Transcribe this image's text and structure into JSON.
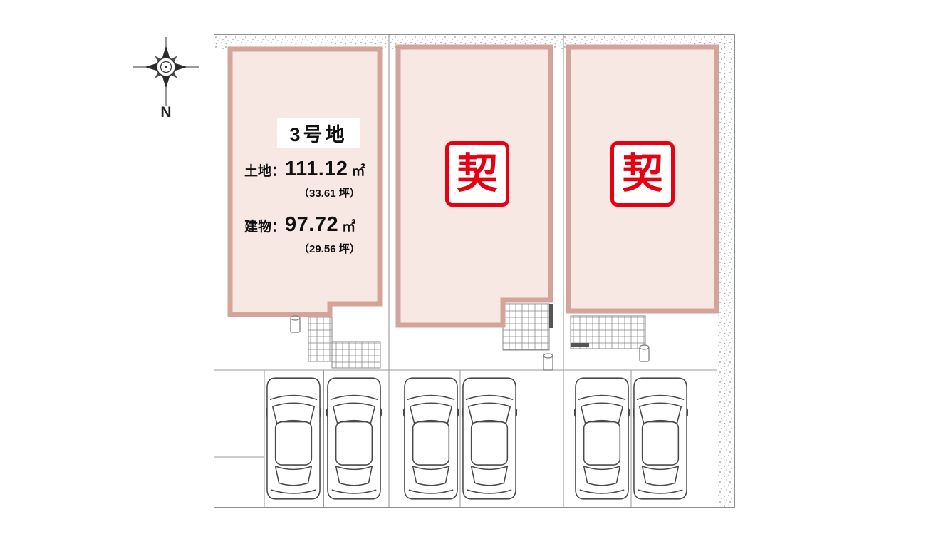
{
  "compass": {
    "north_label": "N"
  },
  "site_plan": {
    "lot3": {
      "title": "3号地",
      "land": {
        "label": "土地：",
        "value": "111.12",
        "unit": "㎡",
        "tsubo": "（33.61 坪）"
      },
      "building": {
        "label": "建物：",
        "value": "97.72",
        "unit": "㎡",
        "tsubo": "（29.56 坪）"
      }
    },
    "lot_center": {
      "stamp": "契"
    },
    "lot_right": {
      "stamp": "契"
    },
    "colors": {
      "building_fill": "#f8e8e4",
      "building_border": "#d4a49a",
      "stamp_red": "#e60012",
      "line_gray": "#8f8f8f"
    }
  }
}
